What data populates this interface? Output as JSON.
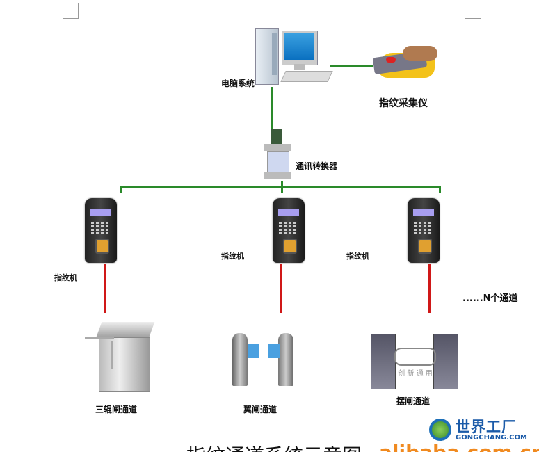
{
  "title": "指纹通道系统示意图",
  "watermark": "alibaba.com.cn",
  "logo": {
    "cn": "世界工厂",
    "en": "GONGCHANG.COM"
  },
  "nodes": {
    "computer": "电脑系统",
    "fingerprint_collector": "指纹采集仪",
    "converter": "通讯转换器",
    "fp_machine_1": "指纹机",
    "fp_machine_2": "指纹机",
    "fp_machine_3": "指纹机",
    "more_channels": "......N个通道",
    "gate_tripod": "三辊闸通道",
    "gate_wing": "翼闸通道",
    "gate_swing": "摆闸通道",
    "gate_swing_text": "创 新 通 用"
  },
  "colors": {
    "network_line": "#2a8a2a",
    "signal_line": "#d01818"
  }
}
